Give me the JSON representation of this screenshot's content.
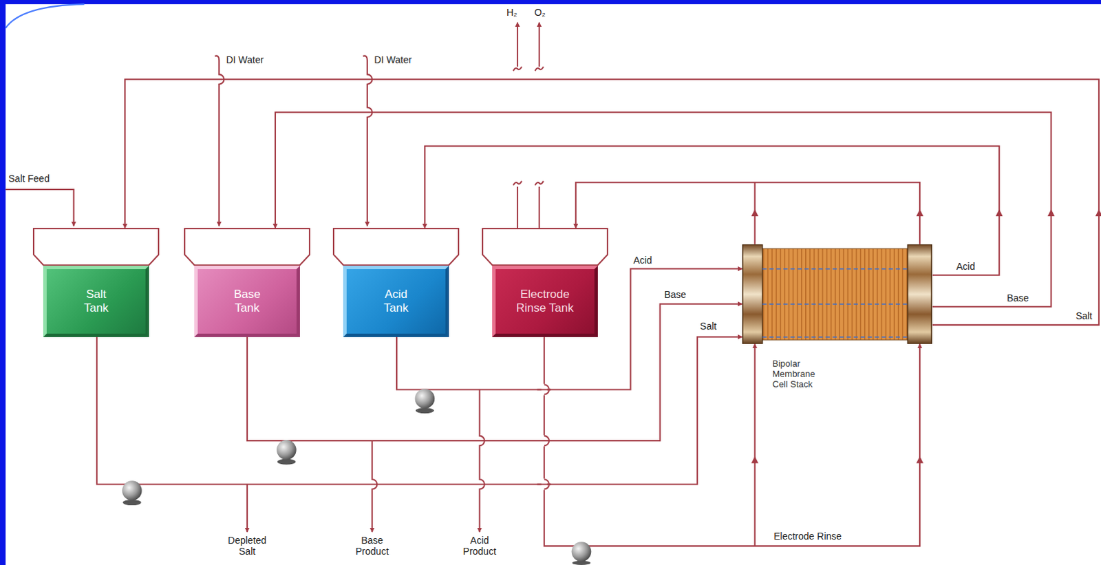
{
  "diagram": {
    "nodes": [
      {
        "text": [
          "Salt Tank"
        ]
      },
      {
        "text": [
          "Base Tank"
        ]
      },
      {
        "text": [
          "Acid Tank"
        ]
      },
      {
        "text": [
          "Electrode Rinse Tank"
        ]
      },
      {
        "text": [
          "Bipolar Membrane Cell Stack"
        ]
      }
    ],
    "edges": [
      {
        "from": 2,
        "to": 4,
        "arrow": "to",
        "label": "Acid"
      },
      {
        "from": 1,
        "to": 4,
        "arrow": "to",
        "label": "Base"
      },
      {
        "from": 0,
        "to": 4,
        "arrow": "to",
        "label": "Salt"
      },
      {
        "from": 3,
        "to": 4,
        "arrow": "to",
        "label": "Electrode Rinse"
      },
      {
        "from": 4,
        "to": 2,
        "arrow": "to",
        "label": "Acid"
      },
      {
        "from": 4,
        "to": 1,
        "arrow": "to",
        "label": "Base"
      },
      {
        "from": 4,
        "to": 0,
        "arrow": "to",
        "label": "Salt"
      },
      {
        "from": 4,
        "to": 3,
        "arrow": "to"
      }
    ],
    "labels": [
      "Salt Feed",
      "DI Water",
      "DI Water",
      "H₂",
      "O₂",
      "Depleted Salt",
      "Base Product",
      "Acid Product"
    ]
  }
}
